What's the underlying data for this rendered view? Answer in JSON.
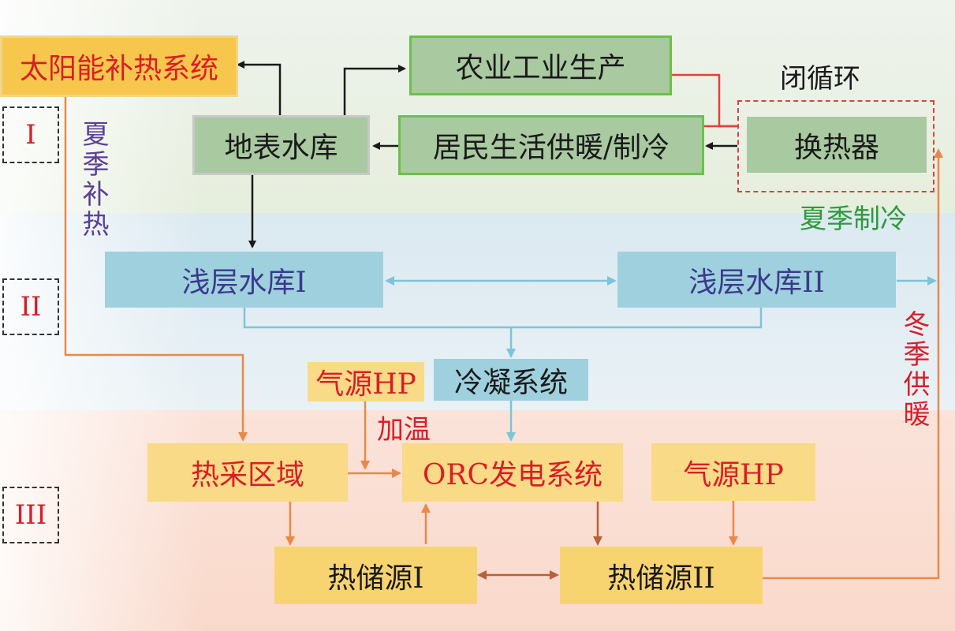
{
  "colors": {
    "arrow_black": "#1a1a1a",
    "arrow_red": "#e0413c",
    "arrow_blue": "#7ec4d8",
    "arrow_orange": "#e8894a",
    "arrow_brown": "#b9603a",
    "label_purple": "#5a3f94",
    "label_green": "#2f9a3b",
    "label_red": "#d81e28"
  },
  "roman_labels": {
    "one": "I",
    "two": "II",
    "three": "III"
  },
  "nodes": {
    "solar": "太阳能补热系统",
    "agri": "农业工业生产",
    "surface": "地表水库",
    "residential": "居民生活供暖/制冷",
    "exchanger": "换热器",
    "shallow1": "浅层水库I",
    "shallow2": "浅层水库II",
    "condense": "冷凝系统",
    "hp_left": "气源HP",
    "hot_area": "热采区域",
    "orc": "ORC发电系统",
    "hp_right": "气源HP",
    "store1": "热储源I",
    "store2": "热储源II"
  },
  "labels": {
    "closed_loop": "闭循环",
    "summer_reheat": "夏季补热",
    "summer_cool": "夏季制冷",
    "winter_heat": "冬季供暖",
    "warming": "加温"
  }
}
